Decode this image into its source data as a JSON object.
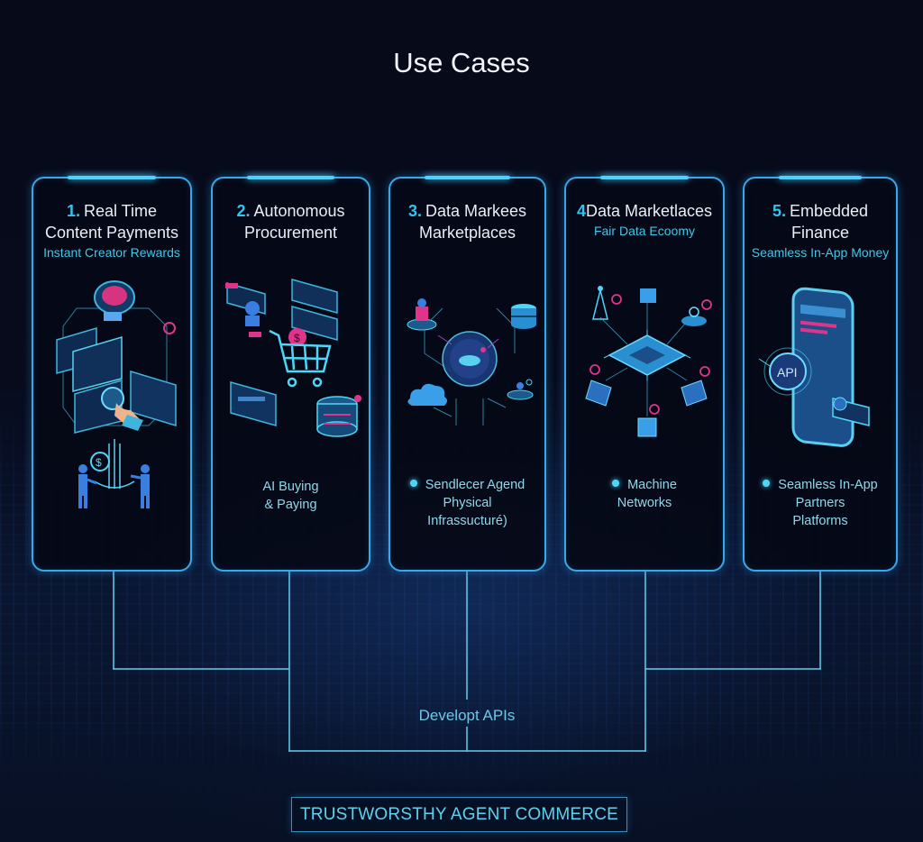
{
  "page": {
    "title": "Use Cases"
  },
  "colors": {
    "accent": "#34c3f0",
    "border": "#3aa8e8",
    "magenta": "#e0348a",
    "background": "#070a18"
  },
  "cards": [
    {
      "number": "1.",
      "title_line1": "Real Time",
      "title_line2": "Content Payments",
      "subtitle": "Instant Creator Rewards",
      "illustration": "brain-dashboard-touch-and-payment-handoff-icon",
      "footer": []
    },
    {
      "number": "2.",
      "title_line1": "Autonomous",
      "title_line2": "Procurement",
      "subtitle": "",
      "illustration": "shopping-cart-network-icon",
      "footer": [
        "AI Buying",
        "& Paying"
      ],
      "footer_bullet": false
    },
    {
      "number": "3.",
      "title_line1": "Data Markees",
      "title_line2": "Marketplaces",
      "subtitle": "",
      "illustration": "data-globe-hub-icon",
      "footer": [
        "Sendlecer Agend",
        "Physical",
        "Infrassucturé)"
      ],
      "footer_bullet": true
    },
    {
      "number": "4",
      "title_line1": "Data Marketlaces",
      "title_line2": "",
      "subtitle": "Fair Data Ecoomy",
      "illustration": "chip-machine-network-icon",
      "footer": [
        "Machine",
        "Networks"
      ],
      "footer_bullet": true
    },
    {
      "number": "5.",
      "title_line1": "Embedded",
      "title_line2": "Finance",
      "subtitle": "Seamless In-App Money",
      "illustration": "phone-api-icon",
      "footer": [
        "Seamless In-App",
        "Partners",
        "Platforms"
      ],
      "footer_bullet": true
    }
  ],
  "connector": {
    "label": "Developt APIs"
  },
  "footer": {
    "label": "TRUSTWORSTHY AGENT COMMERCE"
  }
}
